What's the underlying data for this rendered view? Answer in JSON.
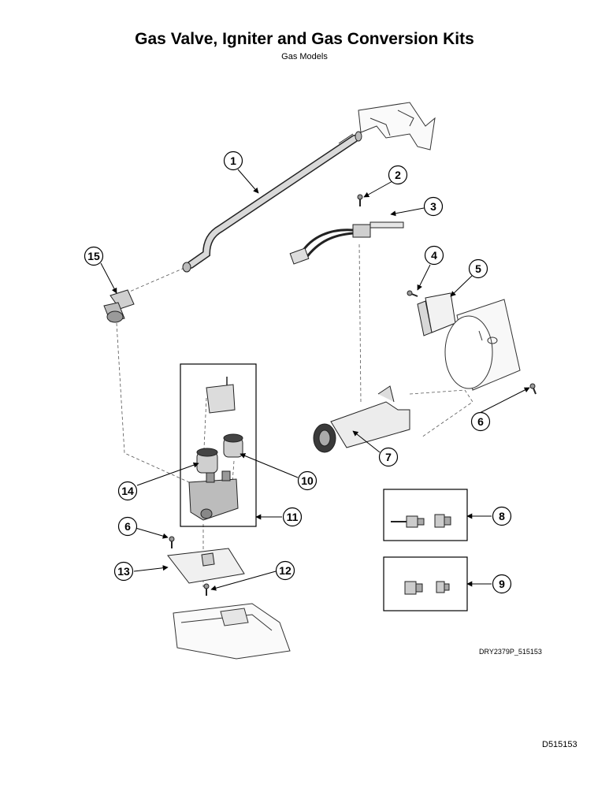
{
  "header": {
    "title": "Gas Valve, Igniter and Gas Conversion Kits",
    "subtitle": "Gas Models"
  },
  "callouts": [
    "1",
    "2",
    "3",
    "15",
    "4",
    "5",
    "6",
    "7",
    "14",
    "10",
    "11",
    "6",
    "8",
    "13",
    "12",
    "9"
  ],
  "footer": {
    "drawing_id": "DRY2379P_515153",
    "document_id": "D515153"
  }
}
